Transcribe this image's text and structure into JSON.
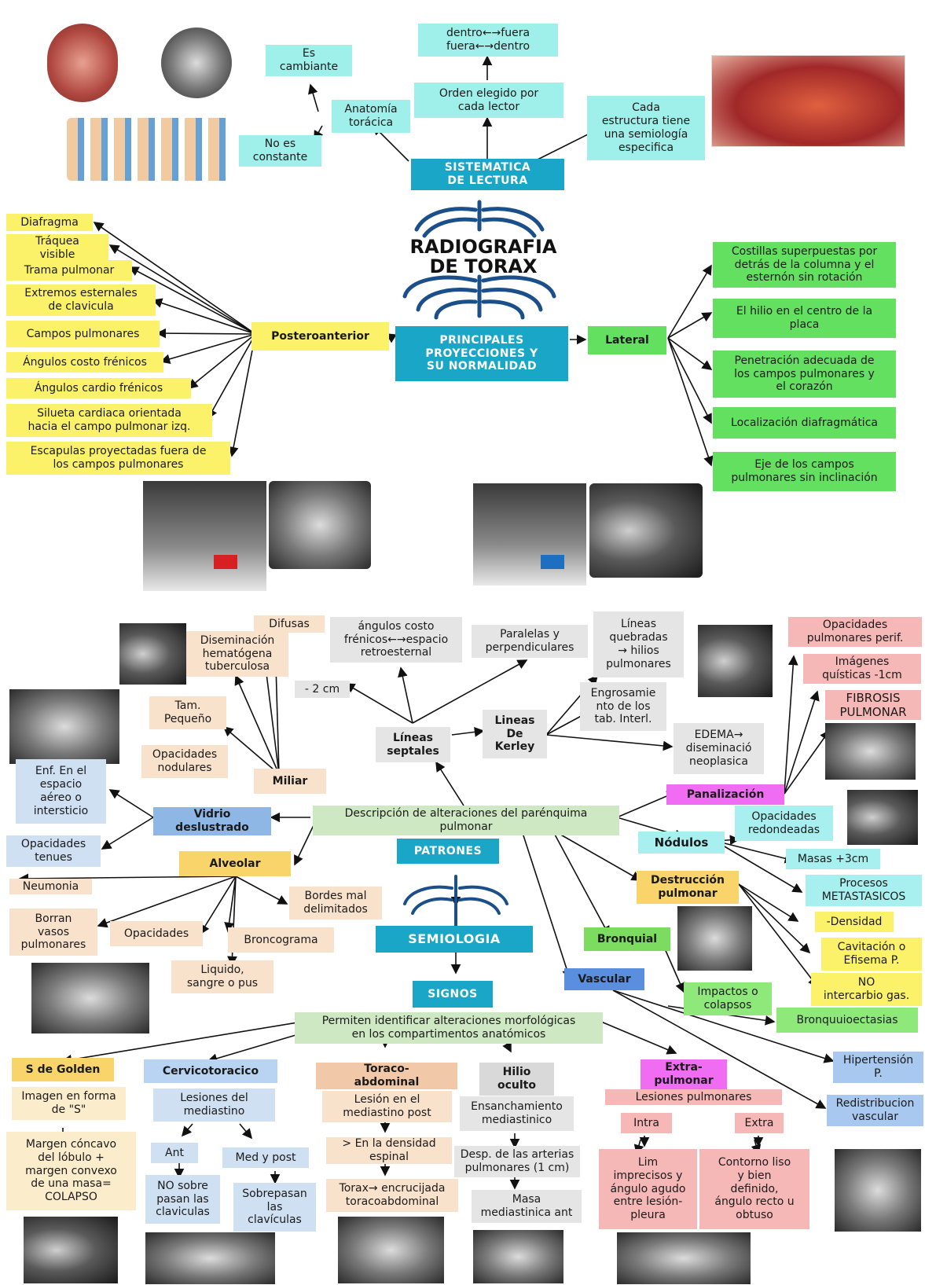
{
  "top": {
    "center_title": "RADIOGRAFIA\nDE TORAX",
    "sistematica": "SISTEMATICA\nDE LECTURA",
    "anatomia": "Anatomía\ntorácica",
    "es_cambiante": "Es\ncambiante",
    "no_constante": "No es\nconstante",
    "orden": "Orden elegido por\ncada lector",
    "dentro_fuera": "dentro←→fuera\nfuera←→dentro",
    "cada_estructura": "Cada\nestructura tiene\nuna semiología\nespecifica"
  },
  "proyecciones": {
    "center": "PRINCIPALES\nPROYECCIONES Y\nSU NORMALIDAD",
    "pa_label": "Posteroanterior",
    "pa_items": [
      "Diafragma",
      "Tráquea\nvisible",
      "Trama pulmonar",
      "Extremos esternales\nde clavicula",
      "Campos pulmonares",
      "Ángulos costo frénicos",
      "Ángulos cardio frénicos",
      "Silueta cardiaca orientada\nhacia el campo pulmonar izq.",
      "Escapulas proyectadas fuera de\nlos campos pulmonares"
    ],
    "lat_label": "Lateral",
    "lat_items": [
      "Costillas superpuestas por\ndetrás de la columna y el\nesternón sin rotación",
      "El hilio en el centro de la\nplaca",
      "Penetración adecuada de\nlos campos pulmonares y\nel corazón",
      "Localización  diafragmática",
      "Eje de los campos\npulmonares sin inclinación"
    ]
  },
  "patrones": {
    "center": "Descripción de alteraciones del parénquima\npulmonar",
    "label": "PATRONES",
    "miliar": "Miliar",
    "miliar_items": {
      "difusas": "Difusas",
      "diseminacion": "Diseminación\nhematógena\ntuberculosa",
      "tam": "Tam.\nPequeño",
      "opacidades": "Opacidades\nnodulares"
    },
    "lineas_septales": "Líneas\nseptales",
    "menos2": "- 2 cm",
    "angulos": "ángulos costo\nfrénicos←→espacio\nretroesternal",
    "paralelas": "Paralelas y\nperpendiculares",
    "kerley": "Lineas\nDe\nKerley",
    "quebradas": "Líneas\nquebradas\n→ hilios\npulmonares",
    "engrosamiento": "Engrosamie\nnto de los\ntab. Interl.",
    "edema": "EDEMA→\ndiseminació\nneoplasica",
    "vidrio": "Vidrio\ndeslustrado",
    "enf": "Enf. En el\nespacio\naéreo o\nintersticio",
    "tenues": "Opacidades\ntenues",
    "alveolar": "Alveolar",
    "neumonia": "Neumonia",
    "borran": "Borran\nvasos\npulmonares",
    "opacidades_alv": "Opacidades",
    "broncograma": "Broncograma",
    "bordes": "Bordes mal\ndelimitados",
    "liquido": "Liquido,\nsangre o pus",
    "panalizacion": "Panalización",
    "pan_items": [
      "Opacidades\npulmonares perif.",
      "Imágenes\nquísticas -1cm",
      "FIBROSIS\nPULMONAR"
    ],
    "nodulos": "Nódulos",
    "nod_items": [
      "Opacidades\nredondeadas",
      "Masas +3cm",
      "Procesos\nMETASTASICOS"
    ],
    "destruccion": "Destrucción\npulmonar",
    "dest_items": [
      "-Densidad",
      "Cavitación o\nEfisema P.",
      "NO\nintercarbio gas."
    ],
    "bronquial": "Bronquial",
    "impactos": "Impactos o\ncolapsos",
    "bronquiectasias": "Bronquuioectasias",
    "vascular": "Vascular",
    "hipertension": "Hipertensión\nP.",
    "redistribucion": "Redistribucion\nvascular"
  },
  "semiologia": {
    "label": "SEMIOLOGIA",
    "signos": "SIGNOS",
    "center": "Permiten identificar alteraciones morfológicas\nen los compartimentos anatómicos",
    "golden": "S de Golden",
    "golden_items": [
      "Imagen en forma\nde \"S\"",
      "Margen cóncavo\ndel lóbulo +\nmargen convexo\nde una masa=\nCOLAPSO"
    ],
    "cervico": "Cervicotoracico",
    "cervico_items": {
      "lesiones": "Lesiones del\nmediastino",
      "ant": "Ant",
      "med": "Med y post",
      "no_sobre": "NO sobre\npasan las\nclaviculas",
      "sobrepasan": "Sobrepasan\nlas\nclavículas"
    },
    "toraco": "Toraco-\nabdominal",
    "toraco_items": [
      "Lesión en el\nmediastino post",
      "> En la densidad\nespinal",
      "Torax→ encrucijada\ntoracoabdominal"
    ],
    "hilio": "Hilio\noculto",
    "hilio_items": [
      "Ensanchamiento\nmediastinico",
      "Desp. de las arterias\npulmonares (1 cm)",
      "Masa\nmediastinica ant"
    ],
    "extra": "Extra-\npulmonar",
    "extra_items": {
      "lesiones": "Lesiones pulmonares",
      "intra": "Intra",
      "extra": "Extra",
      "lim": "Lim\nimprecisos y\nángulo agudo\nentre lesión-\npleura",
      "contorno": "Contorno liso\ny bien\ndefinido,\nángulo recto u\nobtuso"
    }
  }
}
